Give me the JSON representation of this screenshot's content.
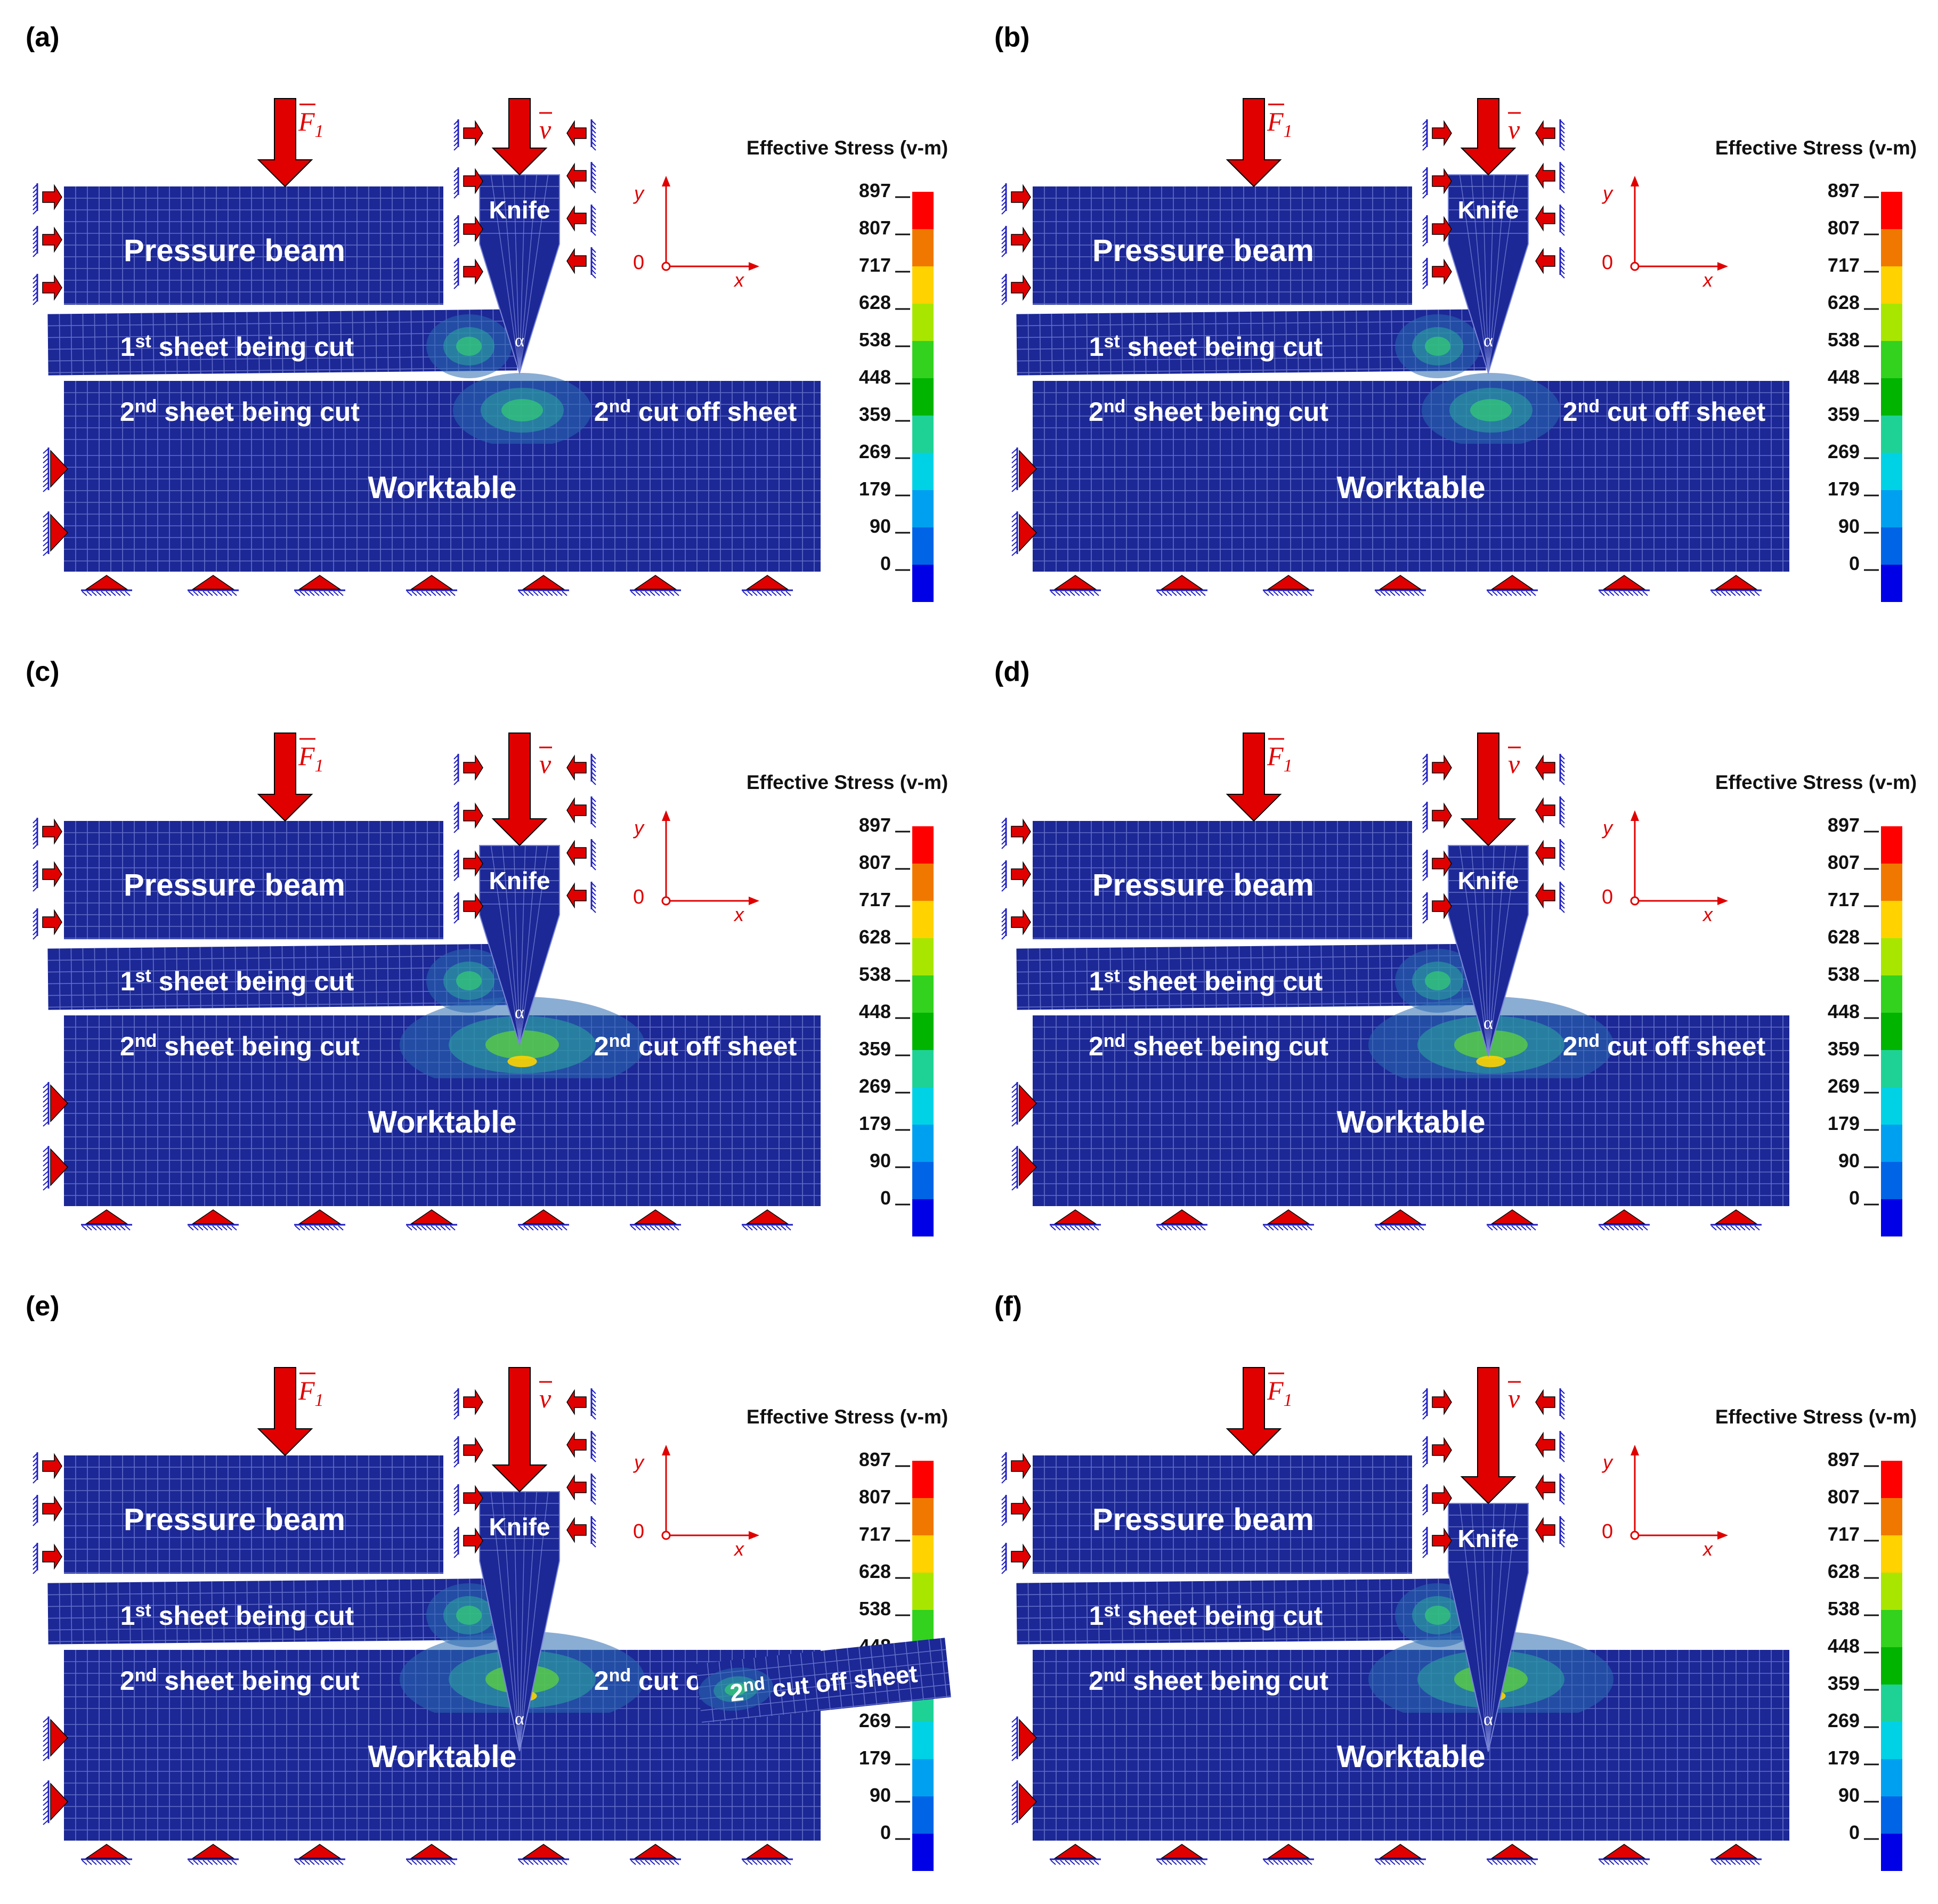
{
  "figure": {
    "panels": [
      {
        "id": "a",
        "label": "(a)",
        "stage": 1,
        "cutoff_detached": false
      },
      {
        "id": "b",
        "label": "(b)",
        "stage": 2,
        "cutoff_detached": false
      },
      {
        "id": "c",
        "label": "(c)",
        "stage": 3,
        "cutoff_detached": false
      },
      {
        "id": "d",
        "label": "(d)",
        "stage": 4,
        "cutoff_detached": false
      },
      {
        "id": "e",
        "label": "(e)",
        "stage": 5,
        "cutoff_detached": true
      },
      {
        "id": "f",
        "label": "(f)",
        "stage": 6,
        "cutoff_detached": false,
        "cutoff_absent": true
      }
    ],
    "labels": {
      "pressure_beam": "Pressure beam",
      "knife": "Knife",
      "sheet1_prefix": "1",
      "sheet1_sup": "st",
      "sheet1_suffix": " sheet being cut",
      "sheet2_prefix": "2",
      "sheet2_sup": "nd",
      "sheet2_suffix": " sheet being cut",
      "cutoff_prefix": "2",
      "cutoff_sup": "nd",
      "cutoff_suffix": " cut off sheet",
      "worktable": "Worktable",
      "force": "F",
      "force_sub": "1",
      "velocity": "v",
      "angle": "α",
      "axis_y": "y",
      "axis_x": "x",
      "axis_origin": "0"
    },
    "legend": {
      "title": "Effective Stress (v-m)",
      "ticks": [
        "897",
        "807",
        "717",
        "628",
        "538",
        "448",
        "359",
        "269",
        "179",
        "90",
        "0"
      ],
      "colors": [
        "#ff0000",
        "#f07800",
        "#ffd200",
        "#a8e600",
        "#32d21e",
        "#00b400",
        "#1ed296",
        "#00d2e6",
        "#00a0f0",
        "#0064e6",
        "#0000e6"
      ]
    },
    "colors": {
      "mesh_fill": "#1c2896",
      "mesh_line": "#7a86d8",
      "arrow": "#e00000",
      "support_hatch": "#2020c0",
      "stress_hot": "#2fbf5a"
    }
  }
}
